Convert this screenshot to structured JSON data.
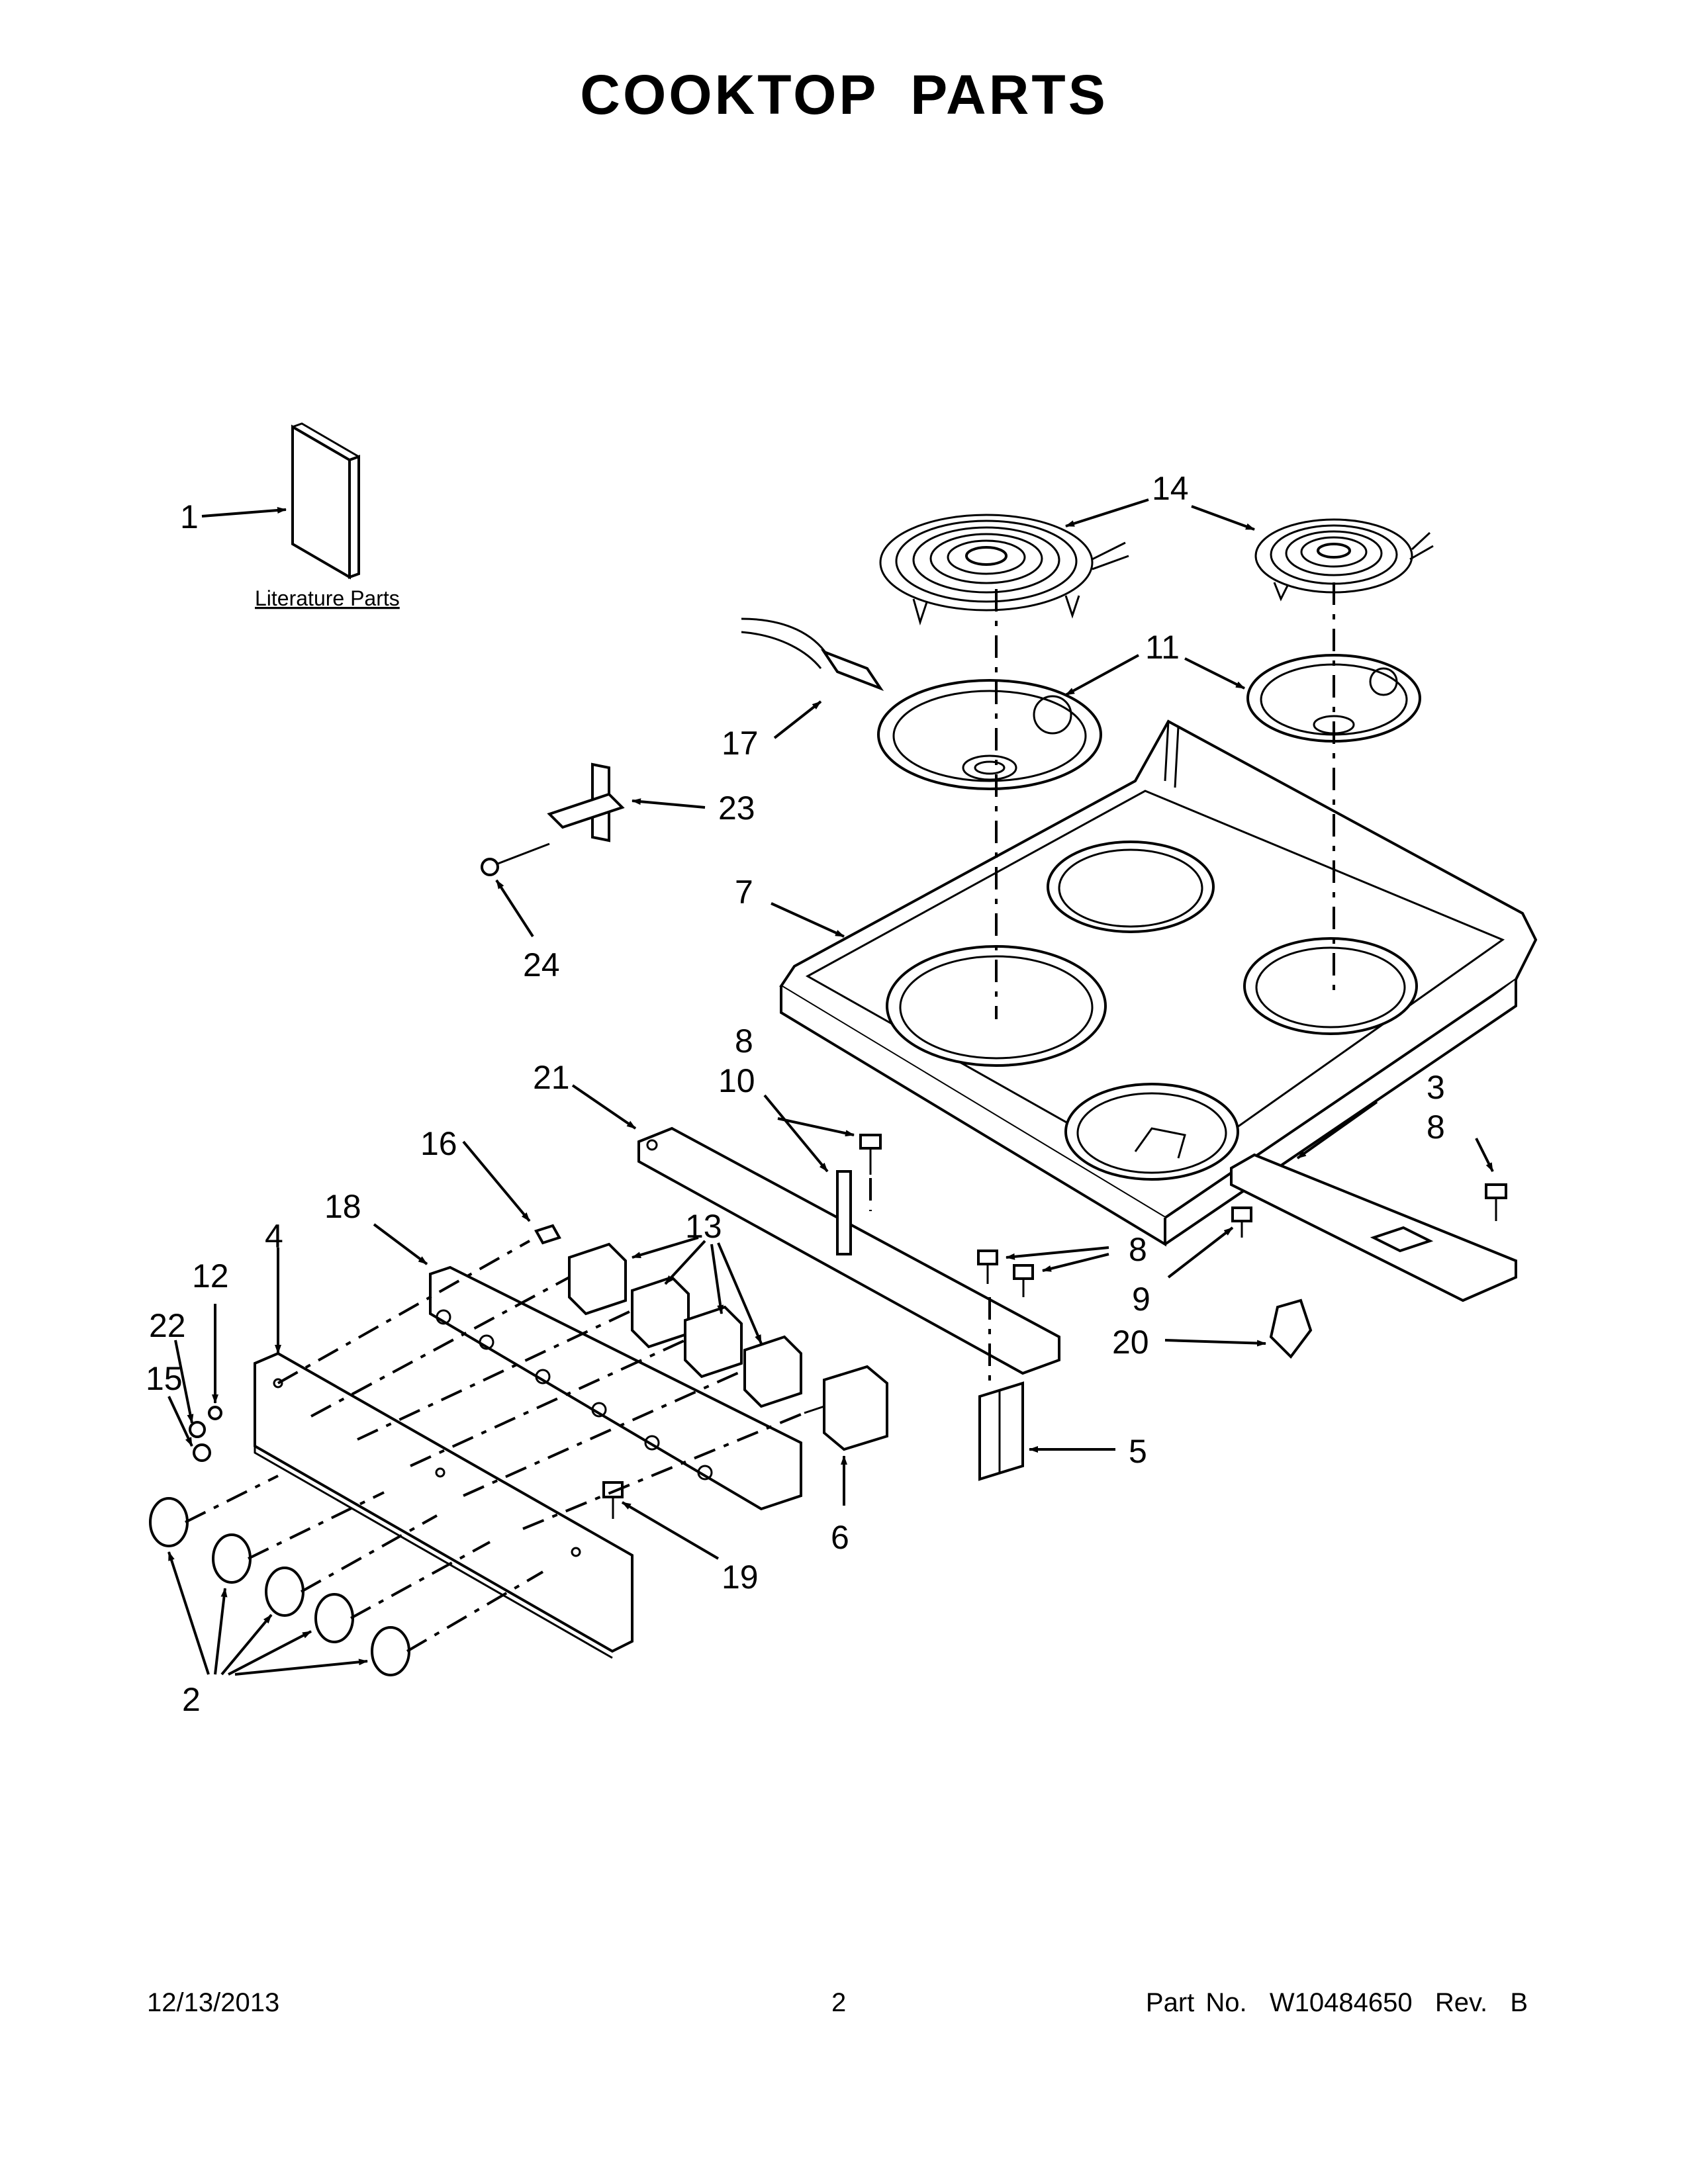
{
  "title": "COOKTOP PARTS",
  "literature_caption": "Literature Parts",
  "callouts": {
    "c1": "1",
    "c2": "2",
    "c3": "3",
    "c4": "4",
    "c5": "5",
    "c6": "6",
    "c7": "7",
    "c8a": "8",
    "c8b": "8",
    "c8c": "8",
    "c9": "9",
    "c10": "10",
    "c11": "11",
    "c12": "12",
    "c13": "13",
    "c14": "14",
    "c15": "15",
    "c16": "16",
    "c17": "17",
    "c18": "18",
    "c19": "19",
    "c20": "20",
    "c21": "21",
    "c22": "22",
    "c23": "23",
    "c24": "24"
  },
  "footer": {
    "date": "12/13/2013",
    "page": "2",
    "part_number": "Part No.  W10484650  Rev.  B"
  }
}
